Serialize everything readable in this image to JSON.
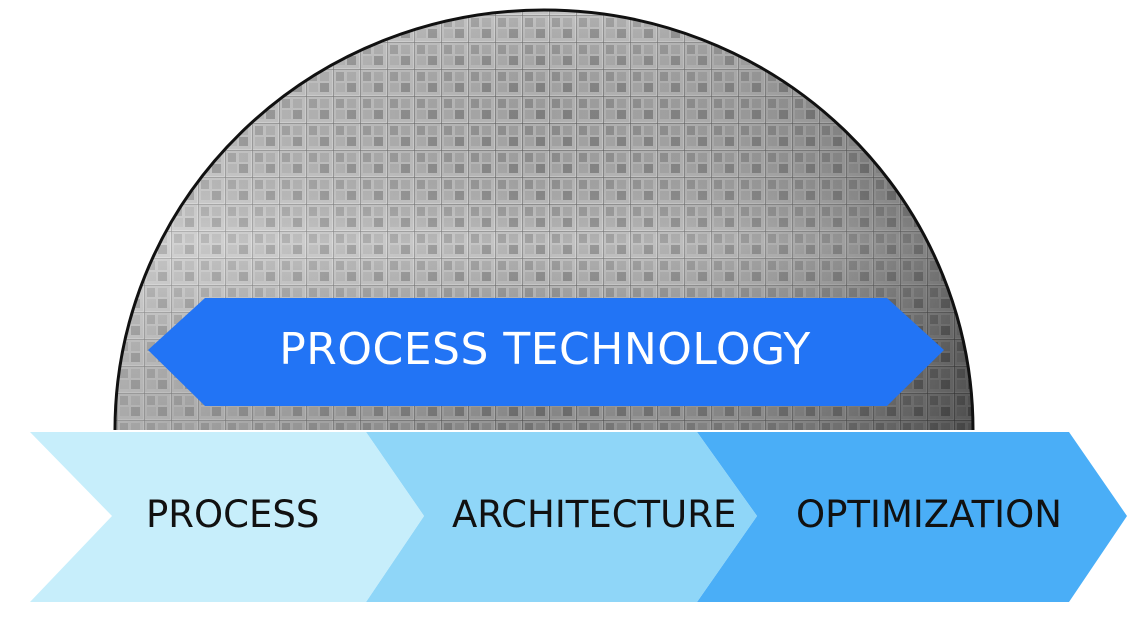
{
  "banner": {
    "label": "PROCESS TECHNOLOGY",
    "color": "#2274F5"
  },
  "stages": [
    {
      "label": "PROCESS",
      "color": "#C7EEFB"
    },
    {
      "label": "ARCHITECTURE",
      "color": "#8FD6F8"
    },
    {
      "label": "OPTIMIZATION",
      "color": "#4AAEF7"
    }
  ],
  "wafer": {
    "image": "silicon-wafer-photo",
    "color": "#7a7a7a"
  }
}
